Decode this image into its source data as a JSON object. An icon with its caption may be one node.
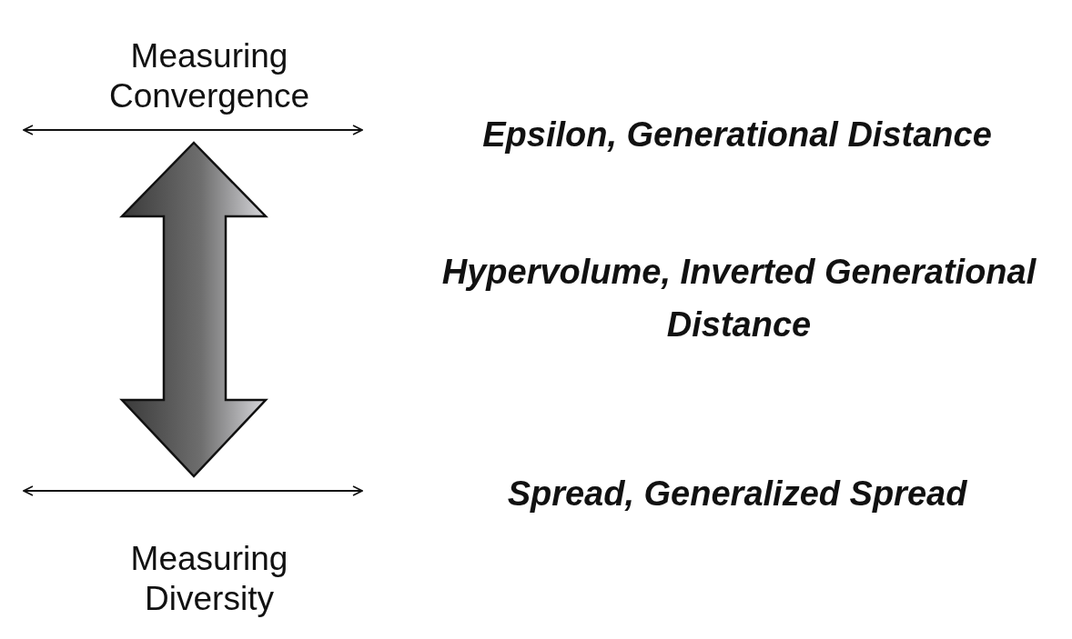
{
  "diagram": {
    "labels": [
      "Measuring Convergence",
      "Epsilon, Generational Distance",
      "Hypervolume, Inverted Generational Distance",
      "Spread, Generalized Spread",
      "Measuring Diversity"
    ]
  }
}
